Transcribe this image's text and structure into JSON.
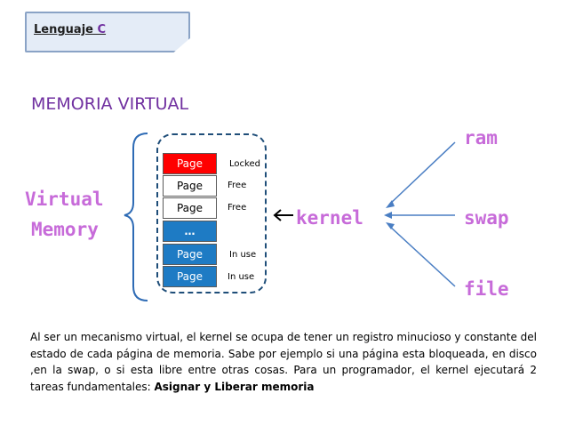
{
  "header": {
    "label_main": "Lenguaje",
    "label_accent": "C"
  },
  "title": "MEMORIA VIRTUAL",
  "virtual_memory": {
    "line1": "Virtual",
    "line2": "Memory"
  },
  "pages": [
    {
      "label": "Page",
      "status": "Locked",
      "color": "#ff0000"
    },
    {
      "label": "Page",
      "status": "Free",
      "color": "#ffffff"
    },
    {
      "label": "Page",
      "status": "Free",
      "color": "#ffffff"
    },
    {
      "label": "…",
      "status": "",
      "color": "#1e7bc4"
    },
    {
      "label": "Page",
      "status": "In use",
      "color": "#1e7bc4"
    },
    {
      "label": "Page",
      "status": "In use",
      "color": "#1e7bc4"
    }
  ],
  "kernel": "kernel",
  "sources": {
    "ram": "ram",
    "swap": "swap",
    "file": "file"
  },
  "paragraph": {
    "text": "Al ser un mecanismo virtual, el kernel se ocupa de tener un registro minucioso y constante del estado de cada página de memoria. Sabe por ejemplo si una página esta bloqueada, en disco ,en la swap, o si esta libre entre otras cosas. Para un programador, el kernel ejecutará 2 tareas fundamentales: ",
    "bold": "Asignar y Liberar memoria"
  },
  "colors": {
    "accent_purple": "#7030a0",
    "mono_pink": "#c76bd9",
    "page_blue": "#1e7bc4",
    "page_red": "#ff0000",
    "arrow_blue": "#4a7ec3"
  }
}
